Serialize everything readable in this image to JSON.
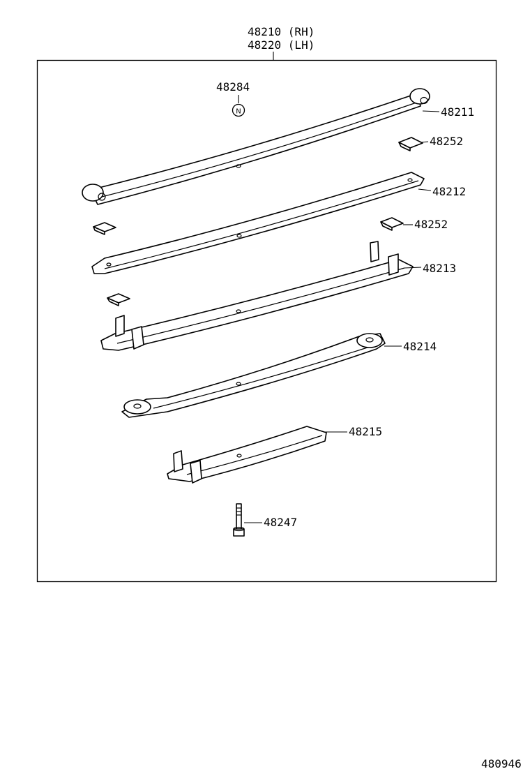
{
  "assembly": {
    "part_rh": "48210 (RH)",
    "part_lh": "48220 (LH)"
  },
  "callouts": [
    {
      "id": "spring-nut-label",
      "text": "48284"
    },
    {
      "id": "leaf-1-label",
      "text": "48211"
    },
    {
      "id": "insert-upper-label",
      "text": "48252"
    },
    {
      "id": "leaf-2-label",
      "text": "48212"
    },
    {
      "id": "insert-lower-label",
      "text": "48252"
    },
    {
      "id": "leaf-3-label",
      "text": "48213"
    },
    {
      "id": "leaf-4-label",
      "text": "48214"
    },
    {
      "id": "leaf-5-label",
      "text": "48215"
    },
    {
      "id": "center-bolt-label",
      "text": "48247"
    }
  ],
  "nut_symbol": "N",
  "figure_number": "480946"
}
